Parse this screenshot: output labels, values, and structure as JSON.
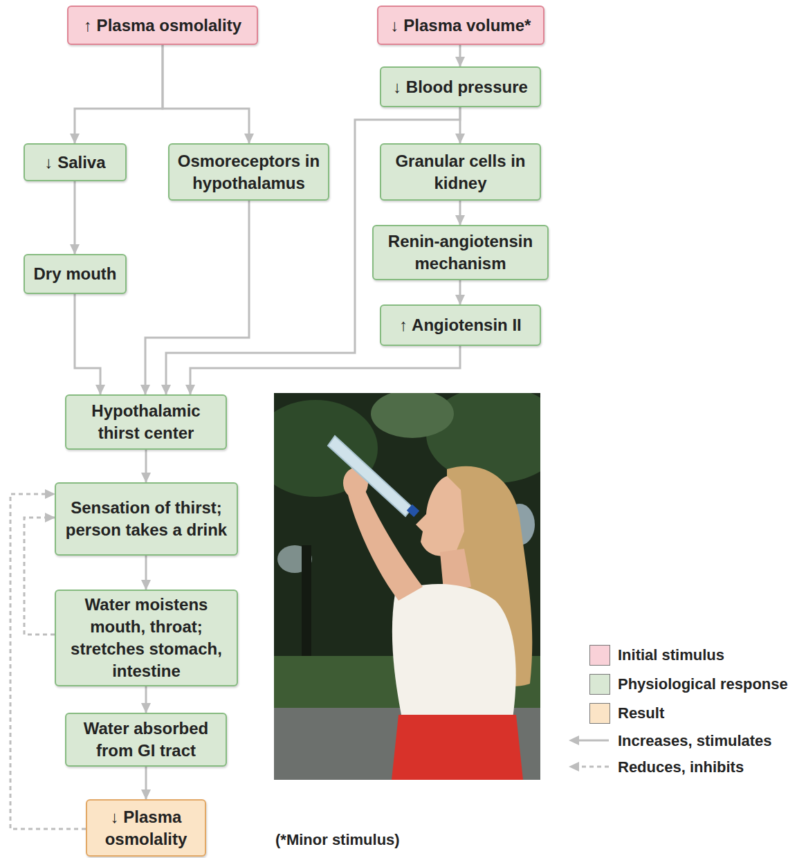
{
  "diagram": {
    "nodes": [
      {
        "text": [
          "↑ Plasma osmolality"
        ]
      },
      {
        "text": [
          "↓ Plasma volume*"
        ]
      },
      {
        "text": [
          "↓ Blood pressure"
        ]
      },
      {
        "text": [
          "↓ Saliva"
        ]
      },
      {
        "text": [
          "Osmoreceptors in hypothalamus"
        ]
      },
      {
        "text": [
          "Granular cells in kidney"
        ]
      },
      {
        "text": [
          "Dry mouth"
        ]
      },
      {
        "text": [
          "Renin-angiotensin mechanism"
        ]
      },
      {
        "text": [
          "↑ Angiotensin II"
        ]
      },
      {
        "text": [
          "Hypothalamic thirst center"
        ]
      },
      {
        "text": [
          "Sensation of thirst; person takes a drink"
        ]
      },
      {
        "text": [
          "Water moistens mouth, throat; stretches stomach, intestine"
        ]
      },
      {
        "text": [
          "Water absorbed from GI tract"
        ]
      },
      {
        "text": [
          "↓ Plasma osmolality"
        ]
      }
    ],
    "edges": [
      {
        "from": 0,
        "to": 3,
        "arrow": "to"
      },
      {
        "from": 0,
        "to": 4,
        "arrow": "to"
      },
      {
        "from": 1,
        "to": 2,
        "arrow": "to"
      },
      {
        "from": 2,
        "to": 5,
        "arrow": "to"
      },
      {
        "from": 2,
        "to": 9,
        "arrow": "to"
      },
      {
        "from": 3,
        "to": 6,
        "arrow": "to"
      },
      {
        "from": 6,
        "to": 9,
        "arrow": "to"
      },
      {
        "from": 4,
        "to": 9,
        "arrow": "to"
      },
      {
        "from": 5,
        "to": 7,
        "arrow": "to"
      },
      {
        "from": 7,
        "to": 8,
        "arrow": "to"
      },
      {
        "from": 8,
        "to": 9,
        "arrow": "to"
      },
      {
        "from": 9,
        "to": 10,
        "arrow": "to"
      },
      {
        "from": 10,
        "to": 11,
        "arrow": "to"
      },
      {
        "from": 11,
        "to": 12,
        "arrow": "to"
      },
      {
        "from": 12,
        "to": 13,
        "arrow": "to"
      },
      {
        "from": 11,
        "to": 10,
        "arrow": "to"
      },
      {
        "from": 13,
        "to": 10,
        "arrow": "to"
      }
    ],
    "labels": [
      "(*Minor stimulus)"
    ],
    "legend": [
      {
        "text": "Initial stimulus",
        "color": "#f9d1d8"
      },
      {
        "text": "Physiological response",
        "color": "#d9e8d4"
      },
      {
        "text": "Result",
        "color": "#fbe4c6"
      },
      {
        "text": "Increases, stimulates"
      },
      {
        "text": "Reduces, inhibits"
      }
    ]
  }
}
